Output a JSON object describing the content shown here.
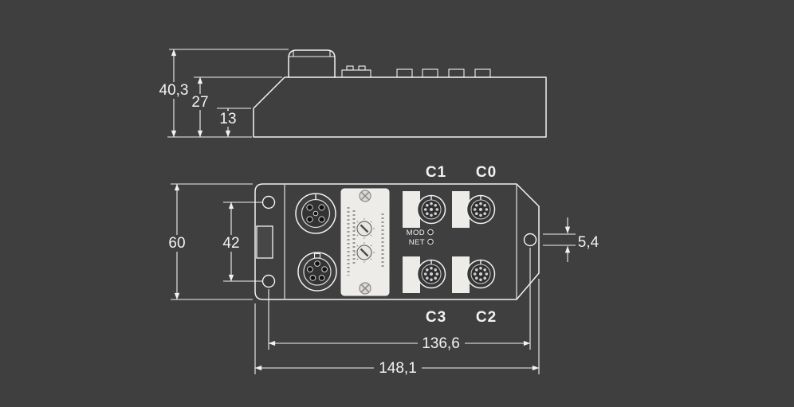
{
  "colors": {
    "background": "#3f3f3f",
    "line": "#f2f2f2",
    "plate": "#edece8"
  },
  "dimensions": {
    "total_height": "40,3",
    "upper_body_height": "27",
    "base_height": "13",
    "front_height": "60",
    "left_hole_spacing": "42",
    "right_hole_offset": "5,4",
    "hole_distance": "136,6",
    "overall_width": "148,1"
  },
  "connectors": {
    "c1": "C1",
    "c0": "C0",
    "c3": "C3",
    "c2": "C2"
  },
  "leds": {
    "mod": "MOD",
    "net": "NET"
  }
}
